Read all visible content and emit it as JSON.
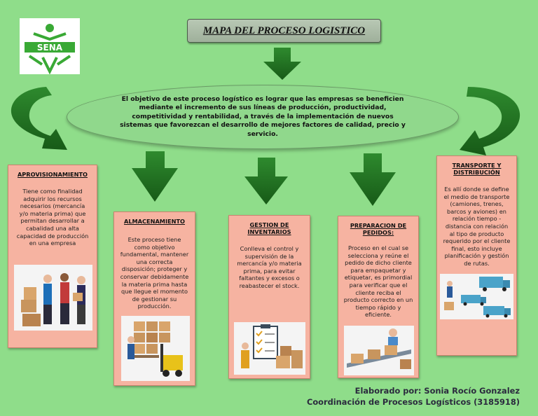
{
  "header": {
    "title": "MAPA DEL PROCESO LOGISTICO"
  },
  "logo": {
    "text": "SENA",
    "color": "#39a935"
  },
  "objective": {
    "text": "El objetivo de este proceso logístico es lograr que las empresas se beneficien mediante el incremento de sus líneas de producción, productividad, competitividad y rentabilidad, a través de la implementación de nuevos sistemas que favorezcan el desarrollo de mejores factores de calidad, precio y servicio."
  },
  "stages": [
    {
      "heading": "APROVISIONAMIENTO",
      "text": "Tiene como finalidad adquirir los recursos necesarios (mercancía y/o materia prima) que permitan desarrollar a cabalidad una alta capacidad de producción en una empresa"
    },
    {
      "heading": "ALMACENAMIENTO",
      "text": "Este proceso tiene como objetivo fundamental, mantener una correcta disposición; proteger y conservar debidamente la materia prima hasta que llegue el momento de gestionar su producción."
    },
    {
      "heading": "GESTION DE INVENTARIOS",
      "text": "Conlleva el control y supervisión de la mercancía y/o materia prima, para evitar faltantes y excesos o reabastecer el stock."
    },
    {
      "heading": "PREPARACION DE PEDIDOS:",
      "text": "Proceso en el cual se selecciona y reúne el pedido de dicho cliente para empaquetar y etiquetar, es primordial para verificar que el cliente reciba el producto correcto en un tiempo rápido y eficiente."
    },
    {
      "heading": "TRANSPORTE Y DISTRIBUCIÓN",
      "text": "Es allí donde se define el medio de transporte (camiones, trenes, barcos y aviones) en relación tiempo - distancia con relación al tipo de producto requerido por el cliente final, esto incluye planificación y gestión de rutas."
    }
  ],
  "credits": {
    "line1": "Elaborado por: Sonia Rocío Gonzalez",
    "line2": "Coordinación de Procesos Logísticos (3185918)"
  },
  "colors": {
    "background": "#8fdd8a",
    "arrow": "#1f6f1f",
    "box": "#f6b3a1"
  }
}
